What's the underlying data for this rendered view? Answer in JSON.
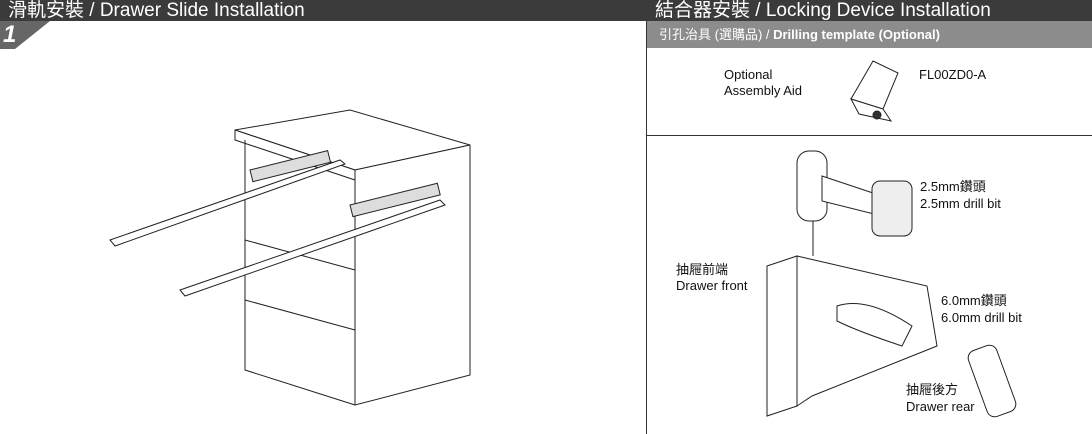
{
  "left": {
    "title": "滑軌安裝 / Drawer Slide Installation",
    "step": "1"
  },
  "right": {
    "title": "結合器安裝 / Locking Device Installation",
    "subheader_zh": "引孔治具 (選購品) / ",
    "subheader_en": "Drilling template (Optional)",
    "aid_line1": "Optional",
    "aid_line2": "Assembly Aid",
    "part_no": "FL00ZD0-A",
    "bit1_zh": "2.5mm鑽頭",
    "bit1_en": "2.5mm drill bit",
    "bit2_zh": "6.0mm鑽頭",
    "bit2_en": "6.0mm drill bit",
    "front_zh": "抽屜前端",
    "front_en": "Drawer front",
    "rear_zh": "抽屜後方",
    "rear_en": "Drawer rear"
  }
}
